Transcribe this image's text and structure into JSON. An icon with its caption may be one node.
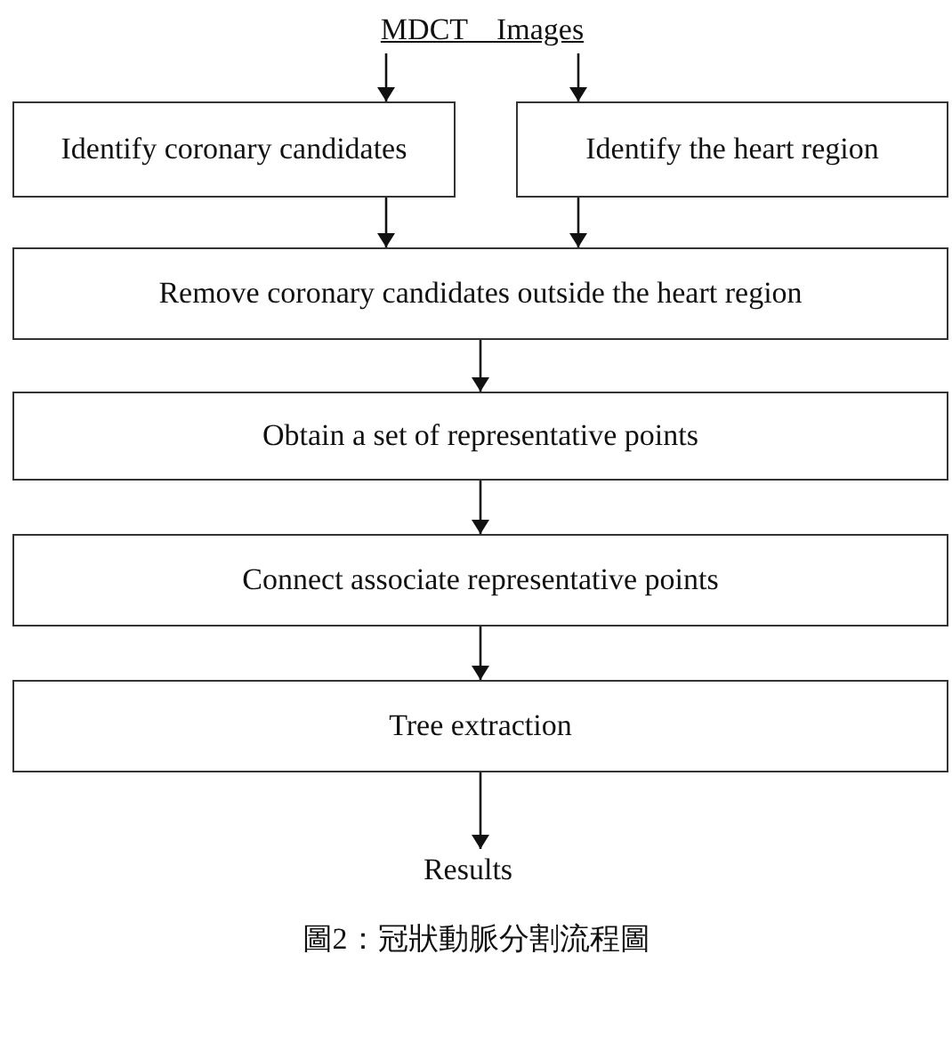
{
  "diagram": {
    "caption": "圖2：冠狀動脈分割流程圖",
    "nodes": [
      {
        "text": [
          "MDCT Images"
        ]
      },
      {
        "text": [
          "Identify coronary candidates"
        ]
      },
      {
        "text": [
          "Identify the heart region"
        ]
      },
      {
        "text": [
          "Remove coronary candidates outside the heart region"
        ]
      },
      {
        "text": [
          "Obtain a set of representative points"
        ]
      },
      {
        "text": [
          "Connect associate representative points"
        ]
      },
      {
        "text": [
          "Tree extraction"
        ]
      },
      {
        "text": [
          "Results"
        ]
      }
    ],
    "edges": [
      {
        "from": 0,
        "to": 1,
        "arrow": "to"
      },
      {
        "from": 0,
        "to": 2,
        "arrow": "to"
      },
      {
        "from": 1,
        "to": 3,
        "arrow": "to"
      },
      {
        "from": 2,
        "to": 3,
        "arrow": "to"
      },
      {
        "from": 3,
        "to": 4,
        "arrow": "to"
      },
      {
        "from": 4,
        "to": 5,
        "arrow": "to"
      },
      {
        "from": 5,
        "to": 6,
        "arrow": "to"
      },
      {
        "from": 6,
        "to": 7,
        "arrow": "to"
      }
    ]
  }
}
